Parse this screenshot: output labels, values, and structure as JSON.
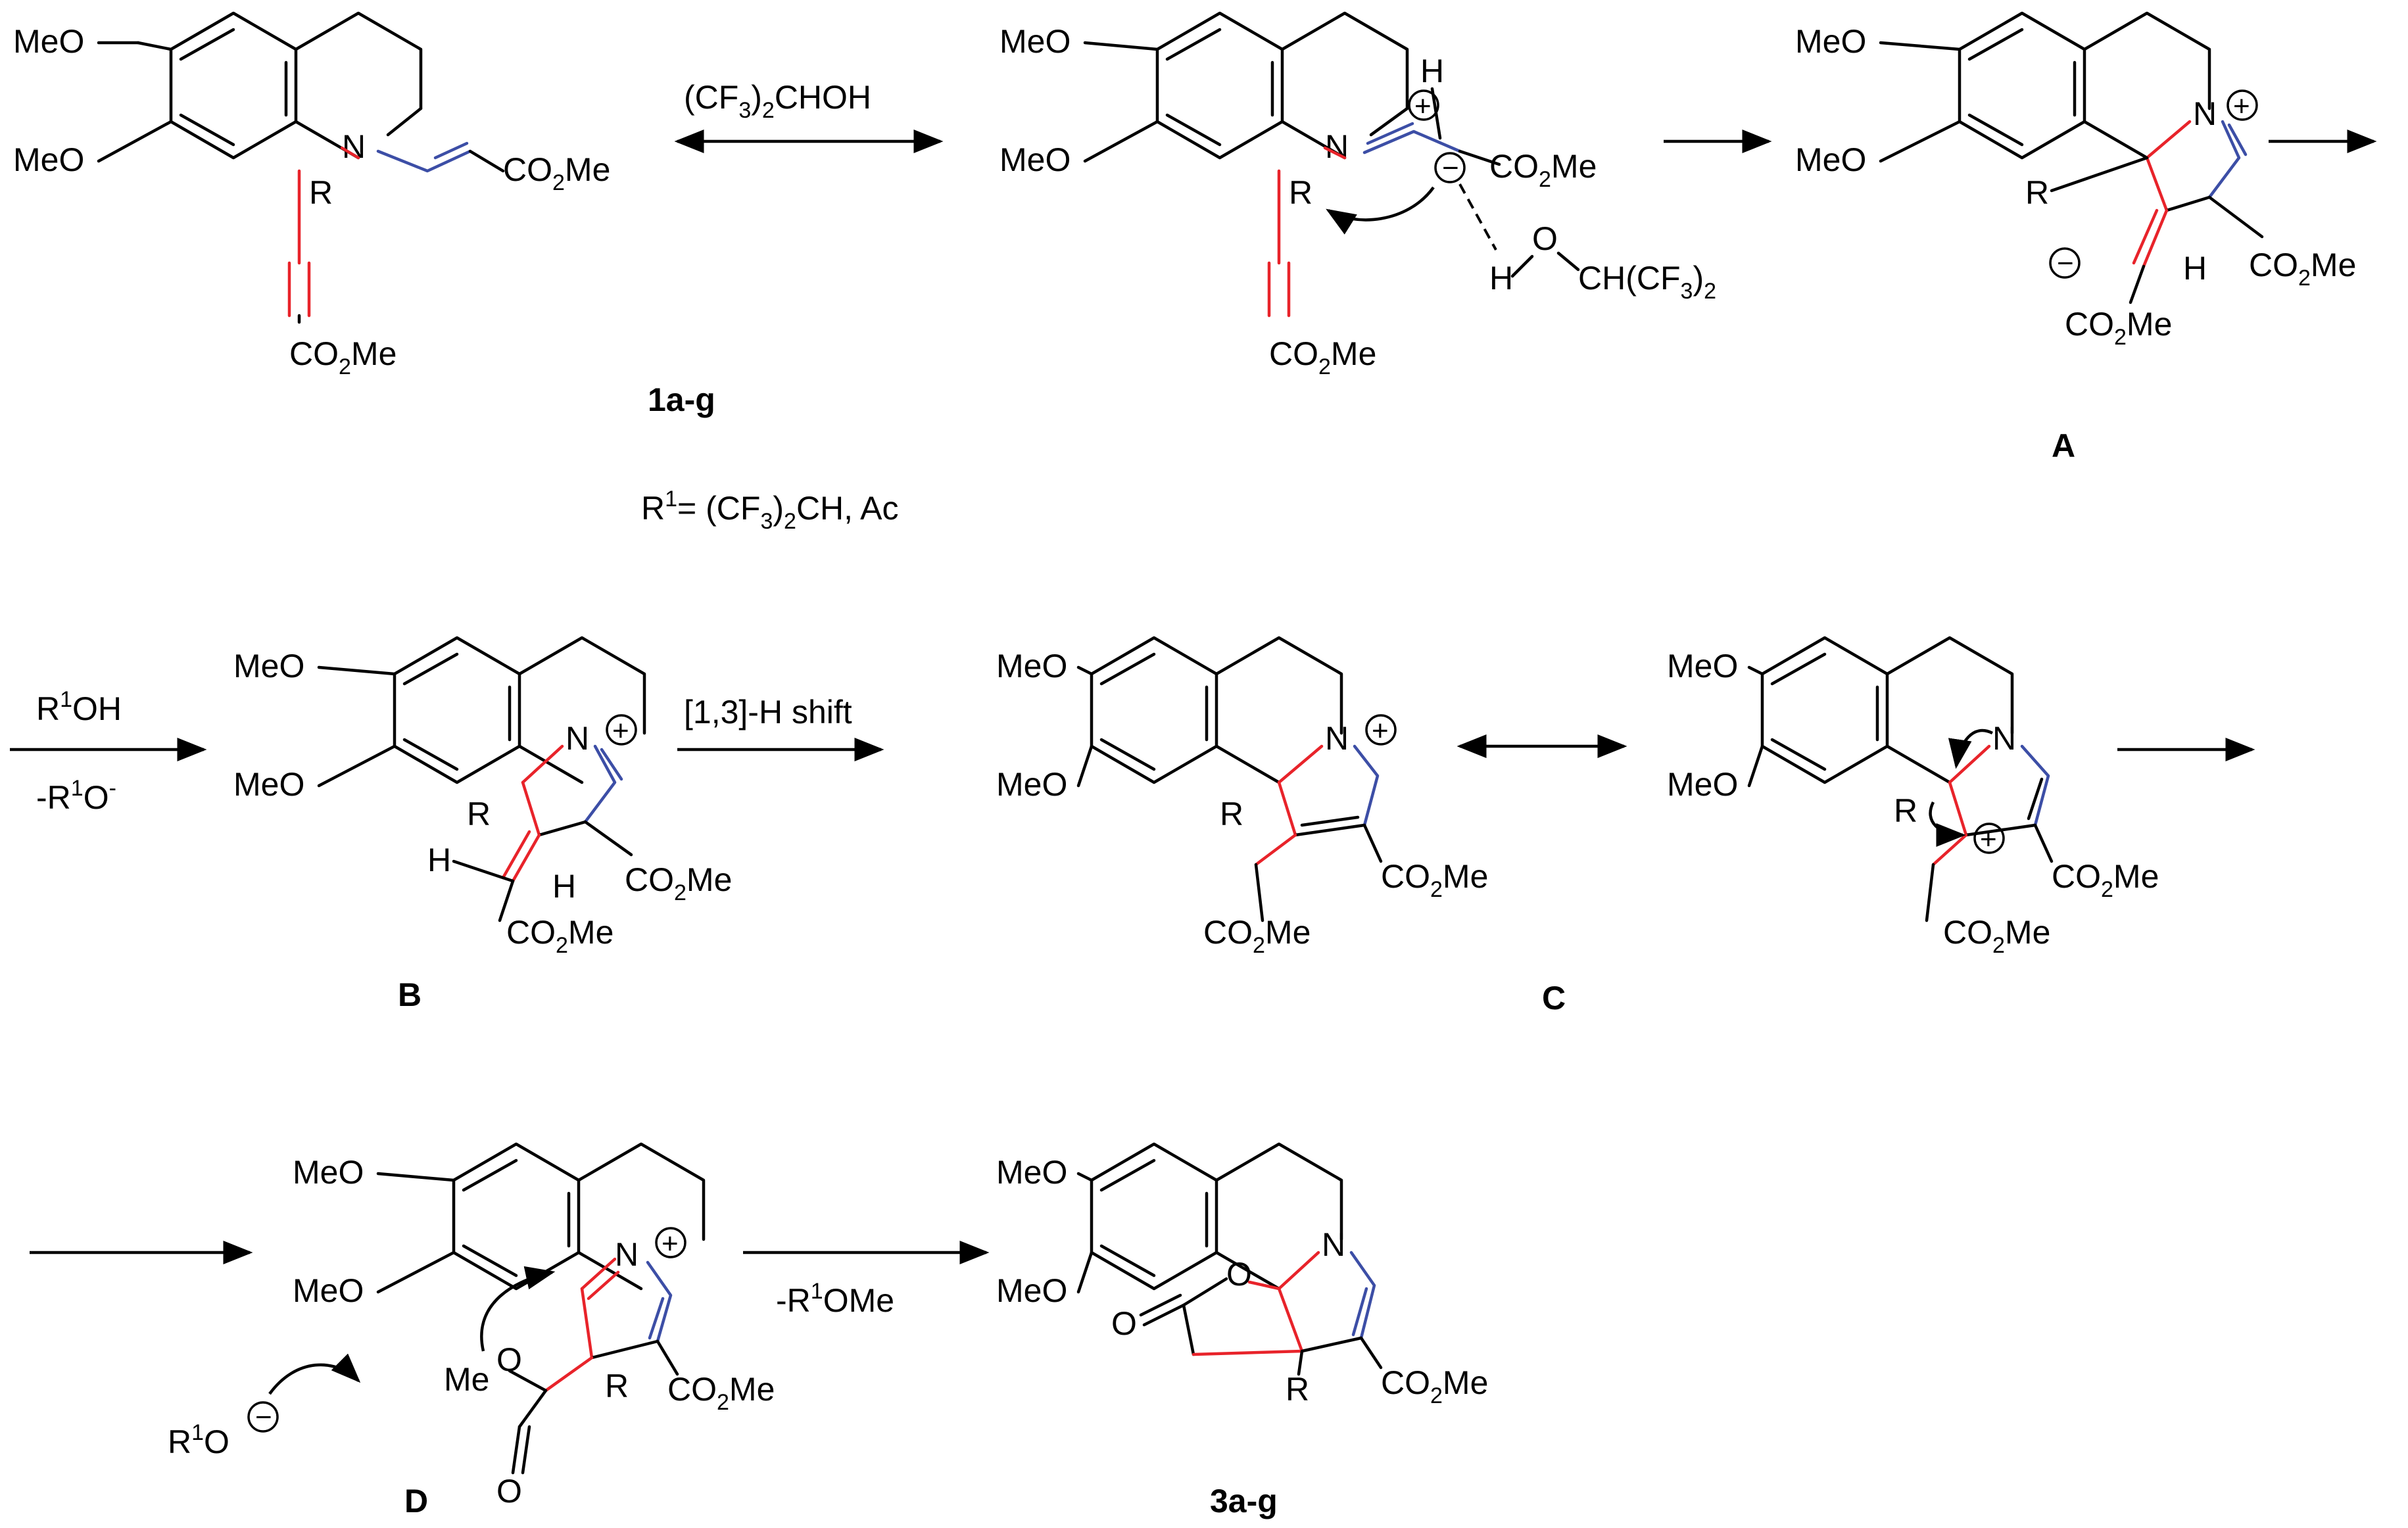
{
  "colors": {
    "new_bond": "#e8232a",
    "enamine_bond": "#3c4ea6",
    "default": "#000000"
  },
  "common": {
    "meo": "MeO",
    "r": "R",
    "n": "N",
    "h": "H",
    "o": "O",
    "co2me_a": "CO",
    "co2me_sub": "2",
    "co2me_b": "Me",
    "cation": "+",
    "anion": "−"
  },
  "row1": {
    "reagent_a": "(CF",
    "reagent_sub1": "3",
    "reagent_b": ")",
    "reagent_sub2": "2",
    "reagent_c": "CHOH",
    "compound_1": "1a-g",
    "r1_def_a": "R",
    "r1_def_sup": "1",
    "r1_def_b": "= (CF",
    "r1_def_sub1": "3",
    "r1_def_c": ")",
    "r1_def_sub2": "2",
    "r1_def_d": "CH, Ac",
    "hfip_a": "CH(CF",
    "hfip_sub1": "3",
    "hfip_b": ")",
    "hfip_sub2": "2",
    "label_A": "A"
  },
  "row2": {
    "reagent_top_a": "R",
    "reagent_top_sup": "1",
    "reagent_top_b": "OH",
    "reagent_bottom_a": "-R",
    "reagent_bottom_sup": "1",
    "reagent_bottom_b": "O",
    "reagent_bottom_sup2": "-",
    "shift_label": "[1,3]-H shift",
    "label_B": "B",
    "label_C": "C"
  },
  "row3": {
    "reagent_a": "-R",
    "reagent_sup": "1",
    "reagent_b": "OMe",
    "alkoxide_a": "R",
    "alkoxide_sup": "1",
    "alkoxide_b": "O",
    "me": "Me",
    "label_D": "D",
    "compound_3": "3a-g"
  }
}
